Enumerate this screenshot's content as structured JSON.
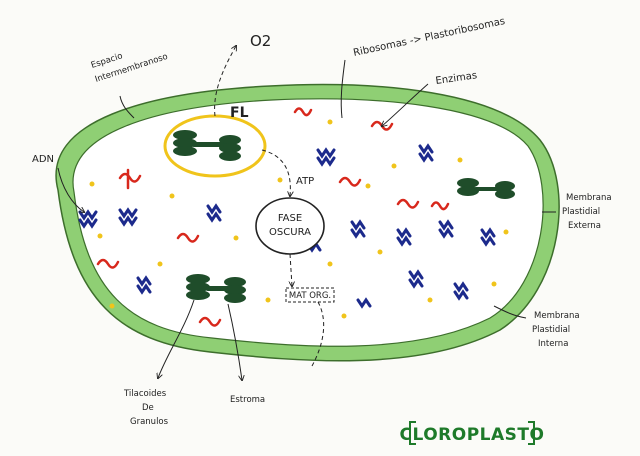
{
  "diagram": {
    "title": "CLOROPLASTO",
    "labels": {
      "o2": "O2",
      "fl": "FL",
      "atp": "ATP",
      "fase_oscura_line1": "FASE",
      "fase_oscura_line2": "OSCURA",
      "mat_org": "MAT ORG.",
      "espacio_line1": "Espacio",
      "espacio_line2": "Intermembranoso",
      "ribosomas": "Ribosomas -> Plastoribosomas",
      "enzimas": "Enzimas",
      "adn": "ADN",
      "membrana_externa_line1": "Membrana",
      "membrana_externa_line2": "Plastidial",
      "membrana_externa_line3": "Externa",
      "membrana_interna_line1": "Membrana",
      "membrana_interna_line2": "Plastidial",
      "membrana_interna_line3": "Interna",
      "tilacoides_line1": "Tilacoides",
      "tilacoides_line2": "De",
      "tilacoides_line3": "Granulos",
      "estroma": "Estroma"
    },
    "colors": {
      "membrane": "#8fcf74",
      "membrane_edge": "#3d6e2c",
      "grana": "#1f4d2a",
      "dna": "#1c2a8c",
      "enzyme": "#d8281c",
      "ribosome": "#f0c41b",
      "fl_circle": "#f0c41b",
      "title": "#1e7a2a"
    }
  }
}
